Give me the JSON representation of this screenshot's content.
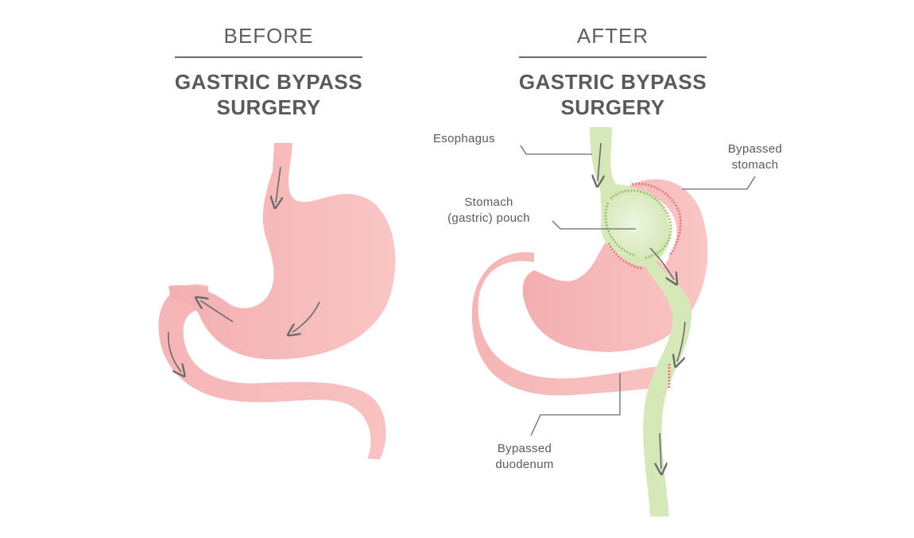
{
  "before": {
    "label": "BEFORE",
    "title_line1": "GASTRIC BYPASS",
    "title_line2": "SURGERY"
  },
  "after": {
    "label": "AFTER",
    "title_line1": "GASTRIC BYPASS",
    "title_line2": "SURGERY"
  },
  "labels": {
    "esophagus": "Esophagus",
    "bypassed_stomach_line1": "Bypassed",
    "bypassed_stomach_line2": "stomach",
    "pouch_line1": "Stomach",
    "pouch_line2": "(gastric) pouch",
    "duodenum_line1": "Bypassed",
    "duodenum_line2": "duodenum"
  },
  "colors": {
    "stomach": "#f6bcbc",
    "stomach_dark": "#f3a9ad",
    "intestine_green": "#d6e8b8",
    "staple_red": "#e8747c",
    "staple_green": "#9cc06a",
    "text": "#5a5a5a"
  }
}
